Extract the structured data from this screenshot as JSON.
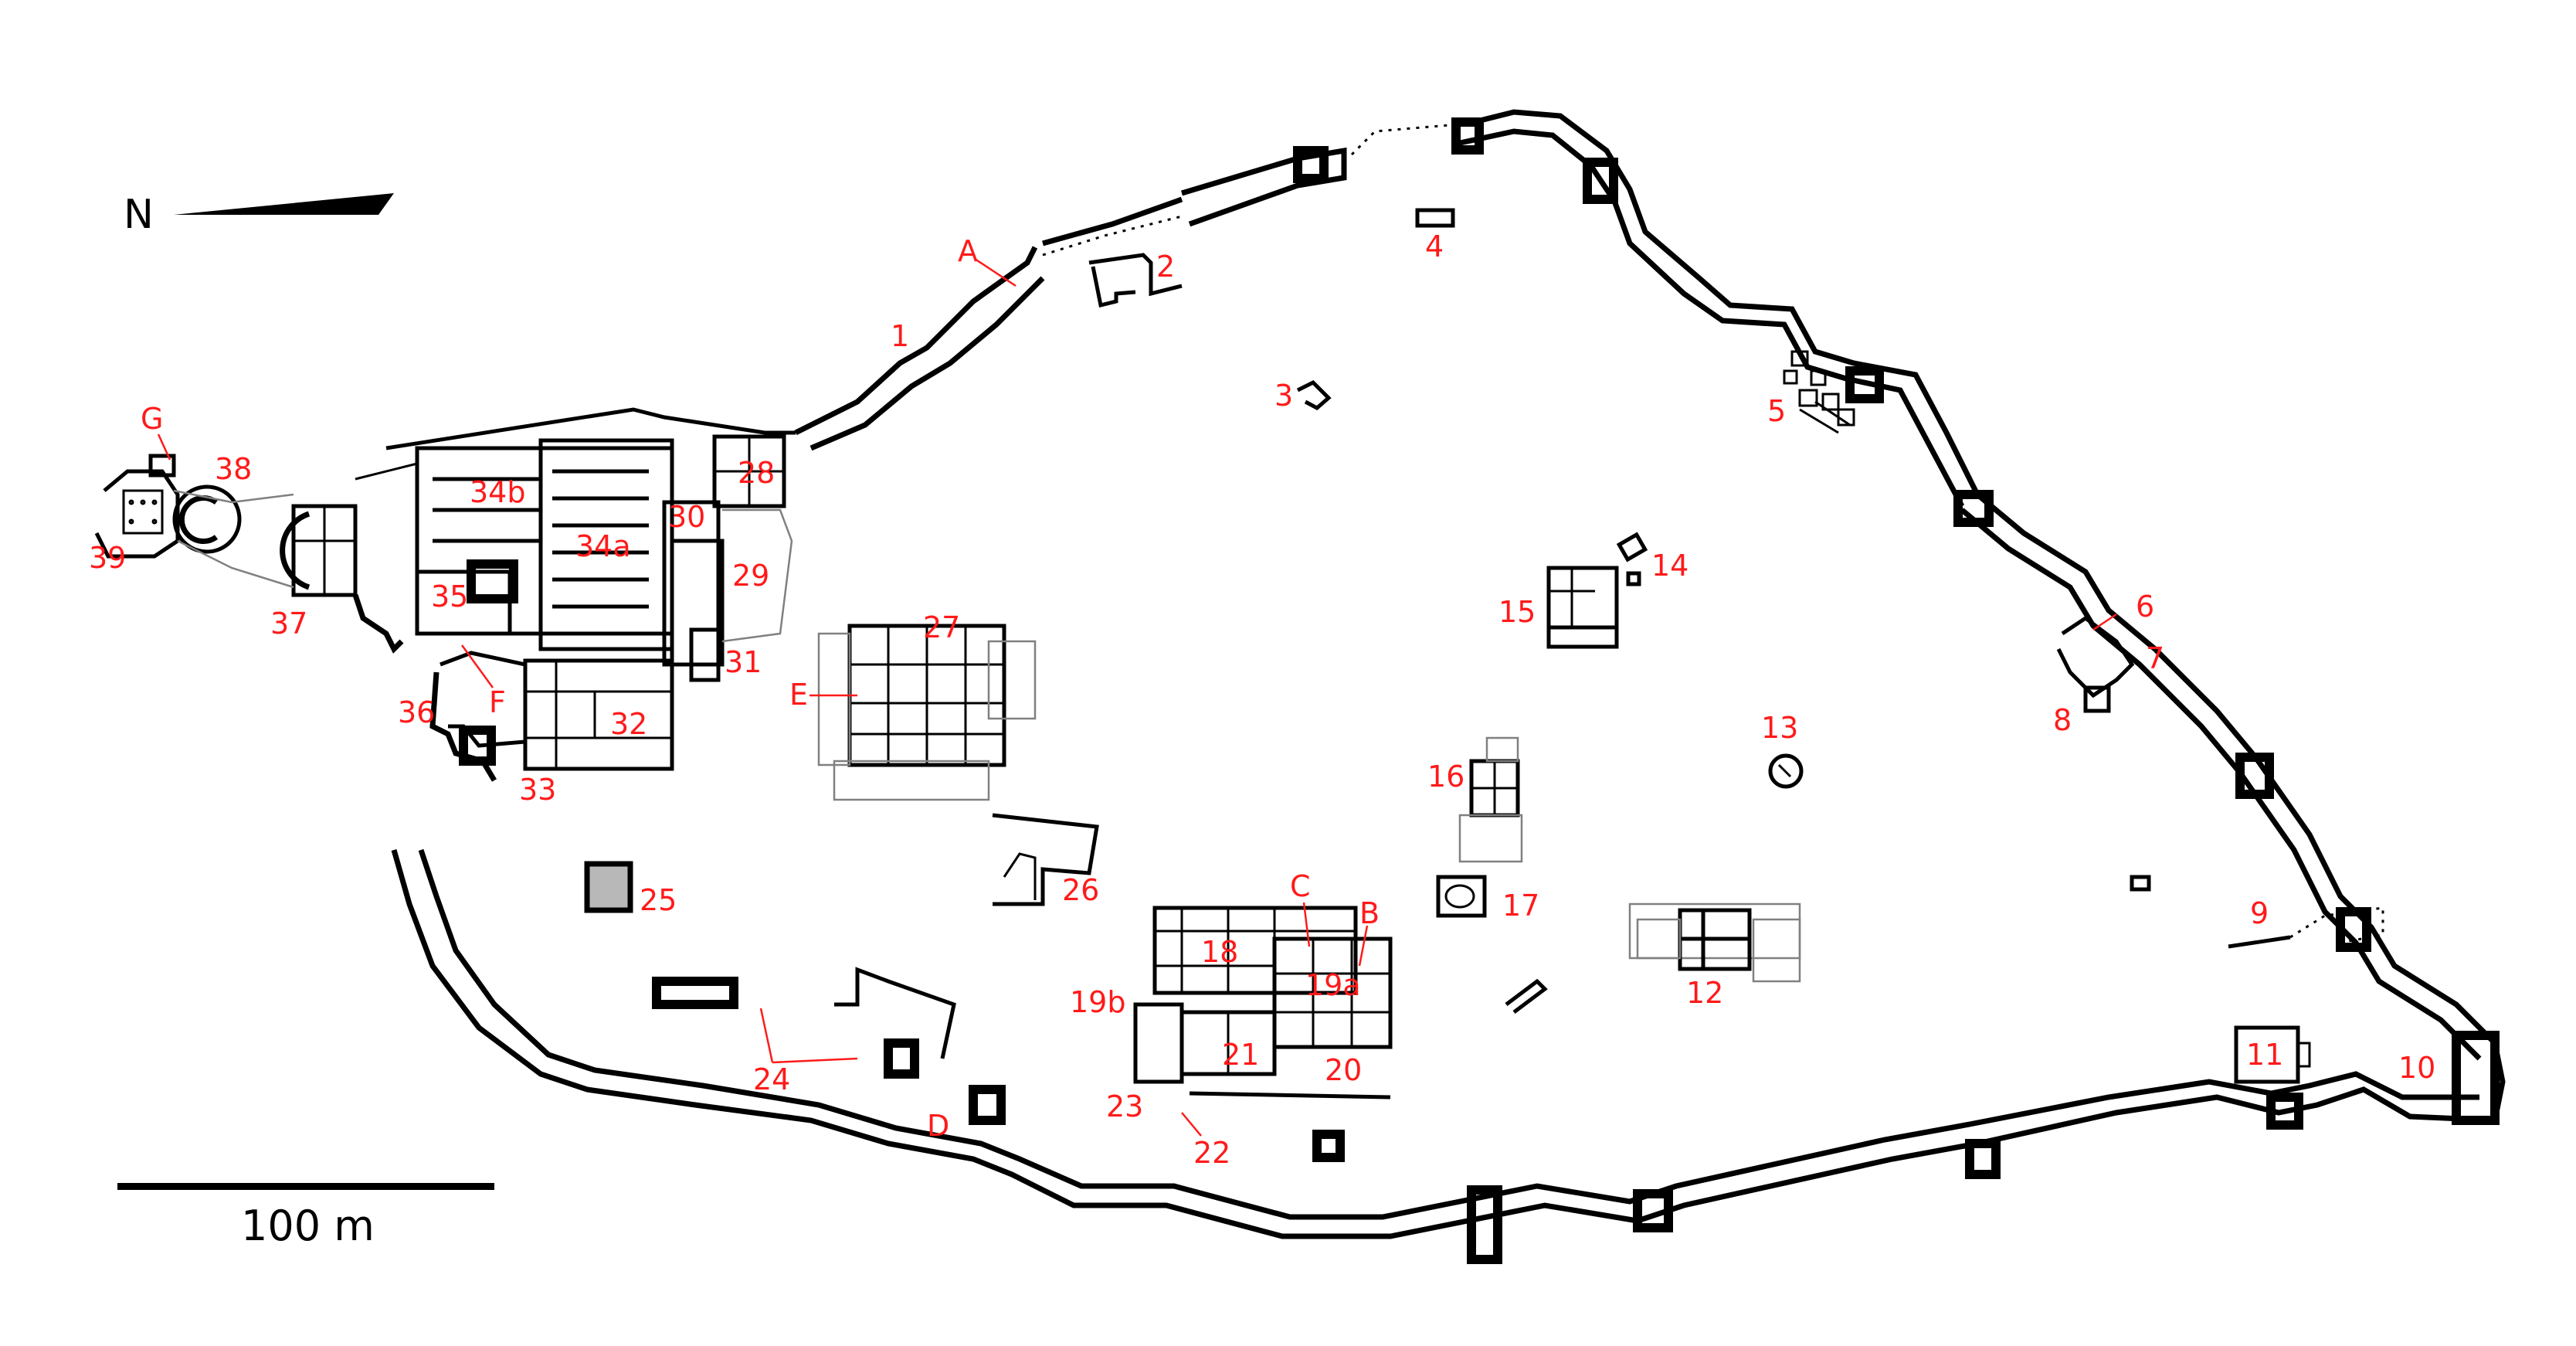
{
  "compass": {
    "north_label": "N"
  },
  "scale": {
    "label": "100 m"
  },
  "colors": {
    "label_red": "#ff1a1a",
    "wall": "#000000",
    "secondary": "#808080"
  },
  "labels": [
    "1",
    "2",
    "3",
    "4",
    "5",
    "6",
    "7",
    "8",
    "9",
    "10",
    "11",
    "12",
    "13",
    "14",
    "15",
    "16",
    "17",
    "18",
    "19a",
    "19b",
    "20",
    "21",
    "22",
    "23",
    "24",
    "25",
    "26",
    "27",
    "28",
    "29",
    "30",
    "31",
    "32",
    "33",
    "34a",
    "34b",
    "35",
    "36",
    "37",
    "38",
    "39",
    "A",
    "B",
    "C",
    "D",
    "E",
    "F",
    "G"
  ]
}
